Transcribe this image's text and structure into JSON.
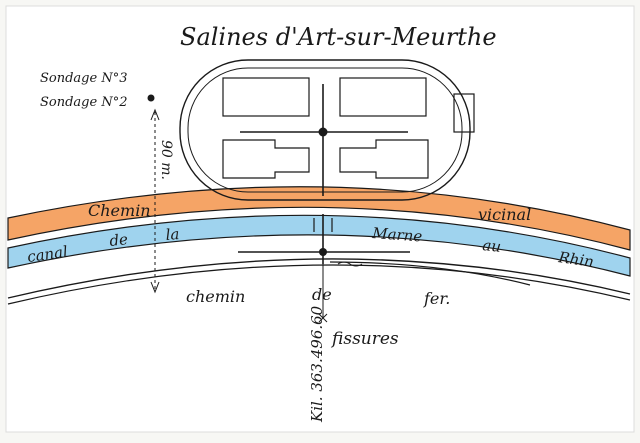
{
  "title": "Salines d'Art-sur-Meurthe",
  "labels": {
    "sondage3": "Sondage N°3",
    "sondage2": "Sondage N°2",
    "distance": "90 m.",
    "road_left": "Chemin",
    "road_right": "vicinal",
    "canal_1": "canal",
    "canal_2": "de",
    "canal_3": "la",
    "canal_4": "Marne",
    "canal_5": "au",
    "canal_6": "Rhin",
    "rail_1": "chemin",
    "rail_2": "de",
    "rail_3": "fer.",
    "fissures": "fissures",
    "kilometre": "Kil. 363.496.60"
  },
  "colors": {
    "road": "#f5a466",
    "canal": "#9fd3ee",
    "ink": "#1a1a1a",
    "paper": "#ffffff"
  }
}
